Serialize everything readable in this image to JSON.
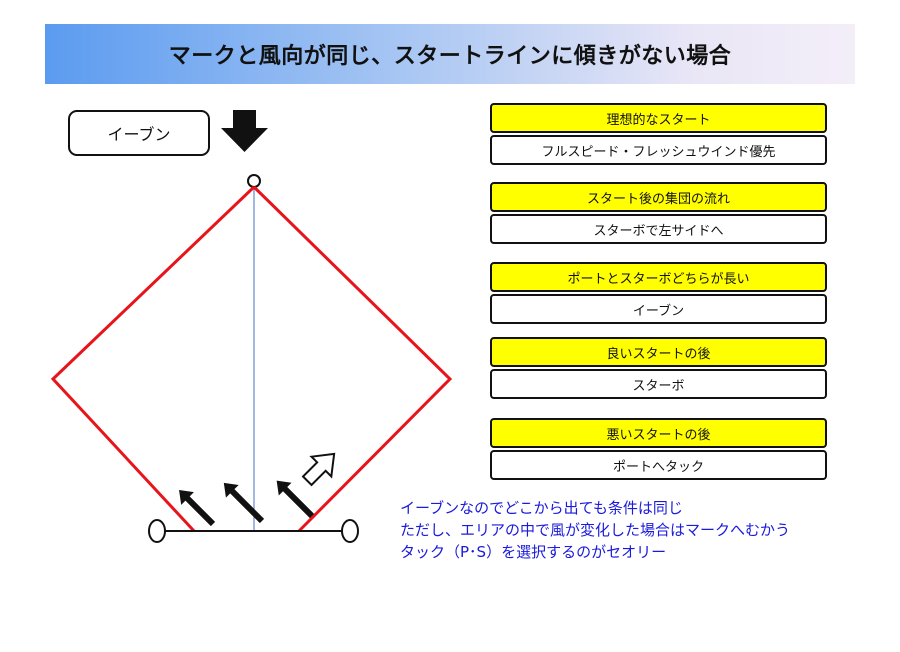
{
  "title": "マークと風向が同じ、スタートラインに傾きがない場合",
  "wind_label": "イーブン",
  "panels": [
    {
      "heading": "理想的なスタート",
      "value": "フルスピード・フレッシュウインド優先"
    },
    {
      "heading": "スタート後の集団の流れ",
      "value": "スターボで左サイドへ"
    },
    {
      "heading": "ポートとスターボどちらが長い",
      "value": "イーブン"
    },
    {
      "heading": "良いスタートの後",
      "value": "スターボ"
    },
    {
      "heading": "悪いスタートの後",
      "value": "ポートへタック"
    }
  ],
  "note": {
    "line1": "イーブンなのでどこから出ても条件は同じ",
    "line2": "ただし、エリアの中で風が変化した場合はマークへむかう",
    "line3": "タック（P･S）を選択するのがセオリー"
  },
  "colors": {
    "laylines": "#e8141b",
    "wind_axis": "#4a72c8",
    "heading_fill": "#ffff00",
    "note_text": "#1a1adc"
  }
}
